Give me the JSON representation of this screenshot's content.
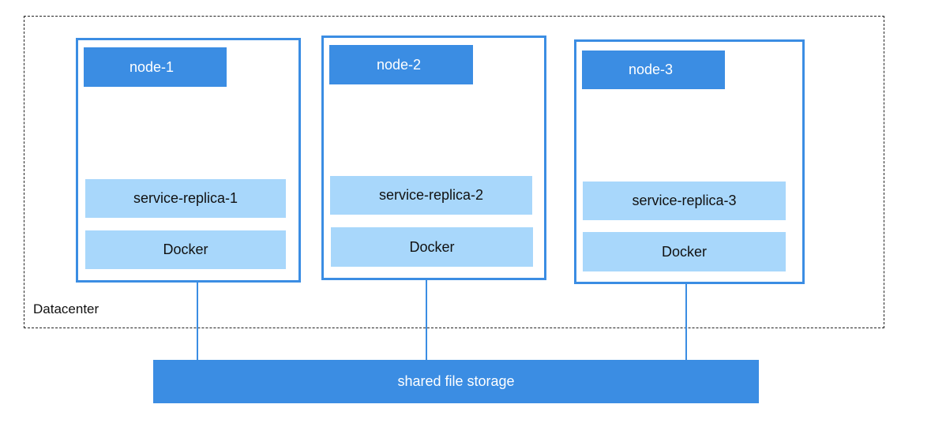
{
  "diagram": {
    "region_label": "Datacenter",
    "storage_label": "shared file storage",
    "nodes": [
      {
        "title": "node-1",
        "service": "service-replica-1",
        "runtime": "Docker"
      },
      {
        "title": "node-2",
        "service": "service-replica-2",
        "runtime": "Docker"
      },
      {
        "title": "node-3",
        "service": "service-replica-3",
        "runtime": "Docker"
      }
    ]
  },
  "colors": {
    "accent": "#3b8de3",
    "layer_fill": "#a8d7fb",
    "boundary": "#222222"
  }
}
